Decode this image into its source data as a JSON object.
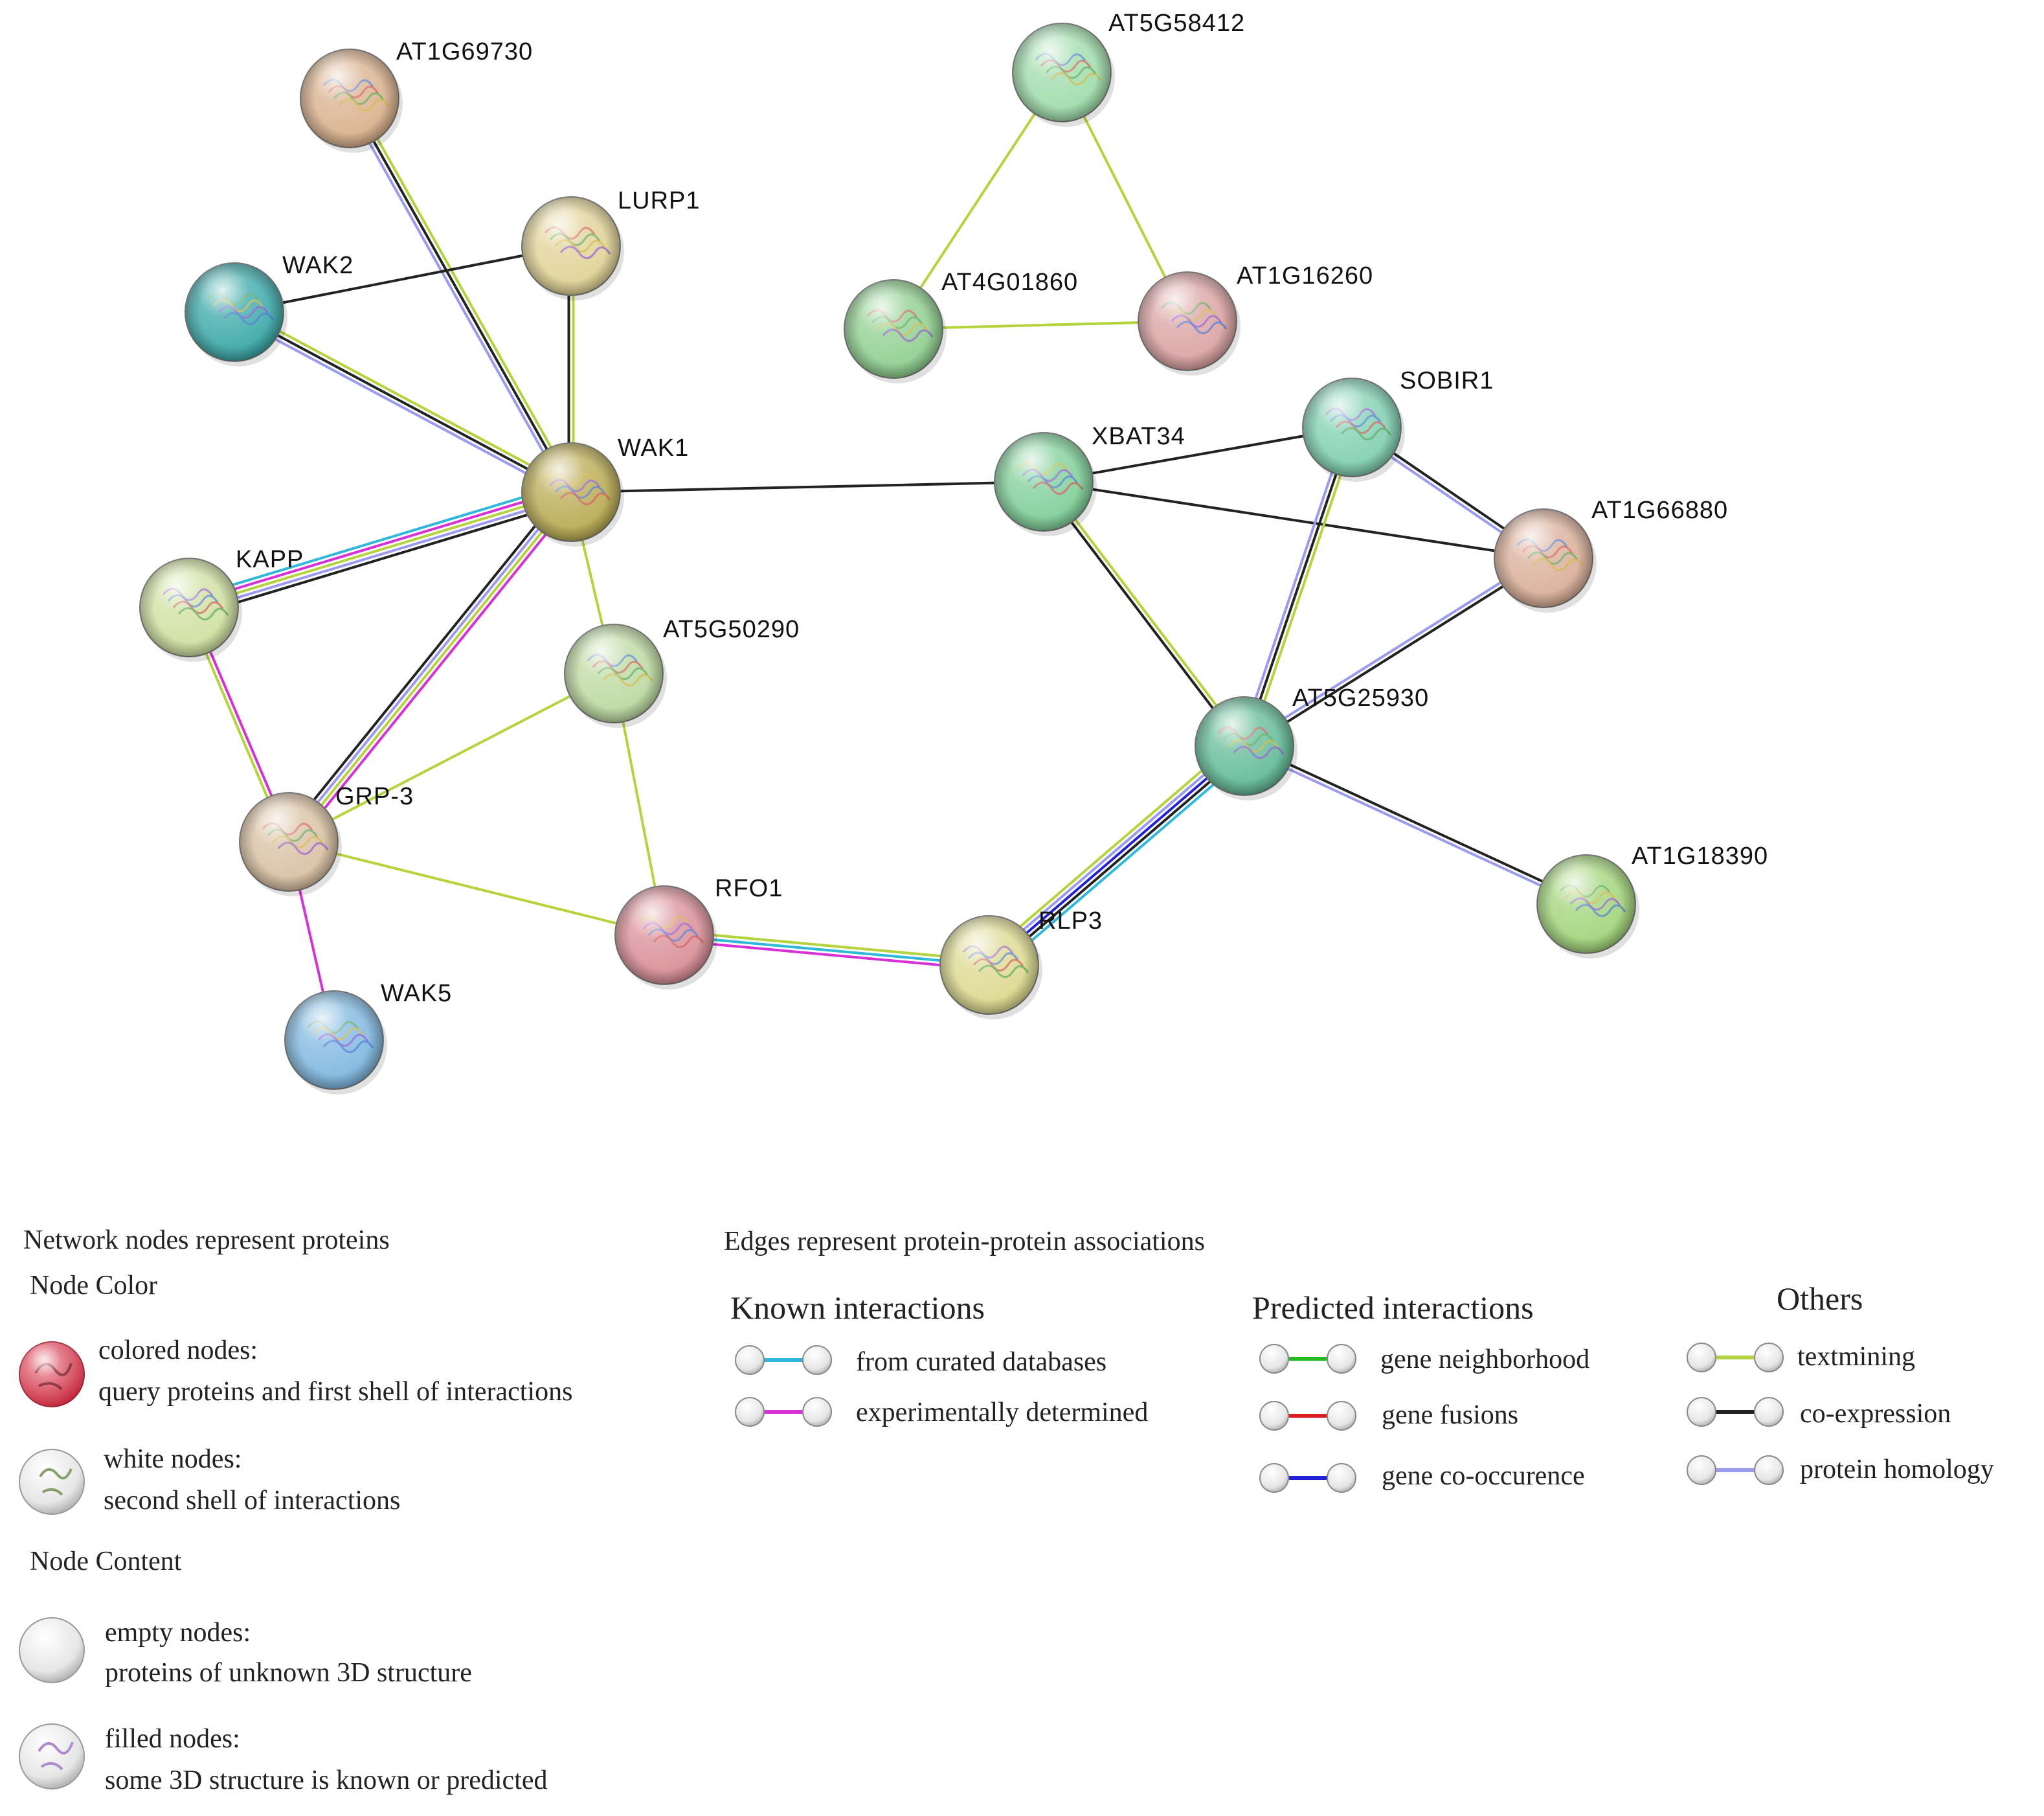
{
  "colors": {
    "curated": "#2fb8d8",
    "experimental": "#d630d6",
    "gene_neighborhood": "#22bb22",
    "gene_fusions": "#e02020",
    "gene_cooccurence": "#2222d8",
    "textmining": "#b5d33c",
    "coexpression": "#222222",
    "homology": "#9a9af0"
  },
  "network": {
    "nodes": [
      {
        "id": "AT1G69730",
        "label": "AT1G69730",
        "color": "#d9b08c",
        "structure": true
      },
      {
        "id": "LURP1",
        "label": "LURP1",
        "color": "#e0d296",
        "structure": true
      },
      {
        "id": "WAK2",
        "label": "WAK2",
        "color": "#3aa8a8",
        "structure": true
      },
      {
        "id": "WAK1",
        "label": "WAK1",
        "color": "#b9aa52",
        "structure": true
      },
      {
        "id": "KAPP",
        "label": "KAPP",
        "color": "#cfe0a0",
        "structure": true
      },
      {
        "id": "AT5G50290",
        "label": "AT5G50290",
        "color": "#bcd9a0",
        "structure": true
      },
      {
        "id": "GRP-3",
        "label": "GRP-3",
        "color": "#d9c0a2",
        "structure": true
      },
      {
        "id": "WAK5",
        "label": "WAK5",
        "color": "#7fb7df",
        "structure": true
      },
      {
        "id": "RFO1",
        "label": "RFO1",
        "color": "#d98e96",
        "structure": true
      },
      {
        "id": "RLP3",
        "label": "RLP3",
        "color": "#dcd98e",
        "structure": true
      },
      {
        "id": "AT5G58412",
        "label": "AT5G58412",
        "color": "#9fdcaa",
        "structure": true
      },
      {
        "id": "AT4G01860",
        "label": "AT4G01860",
        "color": "#8fcf8f",
        "structure": true
      },
      {
        "id": "AT1G16260",
        "label": "AT1G16260",
        "color": "#dba2a2",
        "structure": true
      },
      {
        "id": "XBAT34",
        "label": "XBAT34",
        "color": "#7fcf98",
        "structure": true
      },
      {
        "id": "SOBIR1",
        "label": "SOBIR1",
        "color": "#7fcfb2",
        "structure": true
      },
      {
        "id": "AT1G66880",
        "label": "AT1G66880",
        "color": "#d9ae98",
        "structure": true
      },
      {
        "id": "AT5G25930",
        "label": "AT5G25930",
        "color": "#62bb98",
        "structure": true
      },
      {
        "id": "AT1G18390",
        "label": "AT1G18390",
        "color": "#a2d47a",
        "structure": true
      }
    ],
    "edges": [
      {
        "source": "AT1G69730",
        "target": "WAK1",
        "types": [
          "textmining",
          "coexpression",
          "homology"
        ]
      },
      {
        "source": "LURP1",
        "target": "WAK1",
        "types": [
          "textmining",
          "coexpression"
        ]
      },
      {
        "source": "WAK2",
        "target": "LURP1",
        "types": [
          "coexpression"
        ]
      },
      {
        "source": "WAK2",
        "target": "WAK1",
        "types": [
          "textmining",
          "coexpression",
          "homology"
        ]
      },
      {
        "source": "WAK1",
        "target": "XBAT34",
        "types": [
          "coexpression"
        ]
      },
      {
        "source": "KAPP",
        "target": "WAK1",
        "types": [
          "curated",
          "experimental",
          "textmining",
          "homology",
          "coexpression"
        ]
      },
      {
        "source": "WAK1",
        "target": "AT5G50290",
        "types": [
          "textmining"
        ]
      },
      {
        "source": "WAK1",
        "target": "GRP-3",
        "types": [
          "experimental",
          "textmining",
          "homology",
          "coexpression"
        ]
      },
      {
        "source": "KAPP",
        "target": "GRP-3",
        "types": [
          "experimental",
          "textmining"
        ]
      },
      {
        "source": "AT5G50290",
        "target": "GRP-3",
        "types": [
          "textmining"
        ]
      },
      {
        "source": "AT5G50290",
        "target": "RFO1",
        "types": [
          "textmining"
        ]
      },
      {
        "source": "GRP-3",
        "target": "RFO1",
        "types": [
          "textmining"
        ]
      },
      {
        "source": "GRP-3",
        "target": "WAK5",
        "types": [
          "experimental"
        ]
      },
      {
        "source": "RFO1",
        "target": "RLP3",
        "types": [
          "textmining",
          "curated",
          "experimental"
        ]
      },
      {
        "source": "RLP3",
        "target": "AT5G25930",
        "types": [
          "textmining",
          "homology",
          "gene_cooccurence",
          "coexpression",
          "curated"
        ]
      },
      {
        "source": "AT5G58412",
        "target": "AT4G01860",
        "types": [
          "textmining"
        ]
      },
      {
        "source": "AT5G58412",
        "target": "AT1G16260",
        "types": [
          "textmining"
        ]
      },
      {
        "source": "AT4G01860",
        "target": "AT1G16260",
        "types": [
          "textmining"
        ]
      },
      {
        "source": "XBAT34",
        "target": "SOBIR1",
        "types": [
          "coexpression"
        ]
      },
      {
        "source": "XBAT34",
        "target": "AT1G66880",
        "types": [
          "coexpression"
        ]
      },
      {
        "source": "XBAT34",
        "target": "AT5G25930",
        "types": [
          "textmining",
          "coexpression"
        ]
      },
      {
        "source": "SOBIR1",
        "target": "AT1G66880",
        "types": [
          "coexpression",
          "homology"
        ]
      },
      {
        "source": "SOBIR1",
        "target": "AT5G25930",
        "types": [
          "textmining",
          "coexpression",
          "homology"
        ]
      },
      {
        "source": "AT1G66880",
        "target": "AT5G25930",
        "types": [
          "coexpression",
          "homology"
        ]
      },
      {
        "source": "AT5G25930",
        "target": "AT1G18390",
        "types": [
          "coexpression",
          "homology"
        ]
      }
    ]
  },
  "legend": {
    "nodes_title": "Network nodes represent proteins",
    "node_color_heading": "Node Color",
    "colored_nodes_line1": "colored nodes:",
    "colored_nodes_line2": "query proteins and first shell of interactions",
    "white_nodes_line1": "white nodes:",
    "white_nodes_line2": "second shell of interactions",
    "node_content_heading": "Node Content",
    "empty_nodes_line1": "empty nodes:",
    "empty_nodes_line2": "proteins of unknown 3D structure",
    "filled_nodes_line1": "filled nodes:",
    "filled_nodes_line2": "some 3D structure is known or predicted",
    "edges_title": "Edges represent protein-protein associations",
    "known_heading": "Known interactions",
    "curated_label": "from curated databases",
    "experimental_label": "experimentally determined",
    "predicted_heading": "Predicted interactions",
    "gene_neighborhood_label": "gene neighborhood",
    "gene_fusions_label": "gene fusions",
    "gene_cooccurence_label": "gene co-occurence",
    "others_heading": "Others",
    "textmining_label": "textmining",
    "coexpression_label": "co-expression",
    "homology_label": "protein homology"
  }
}
